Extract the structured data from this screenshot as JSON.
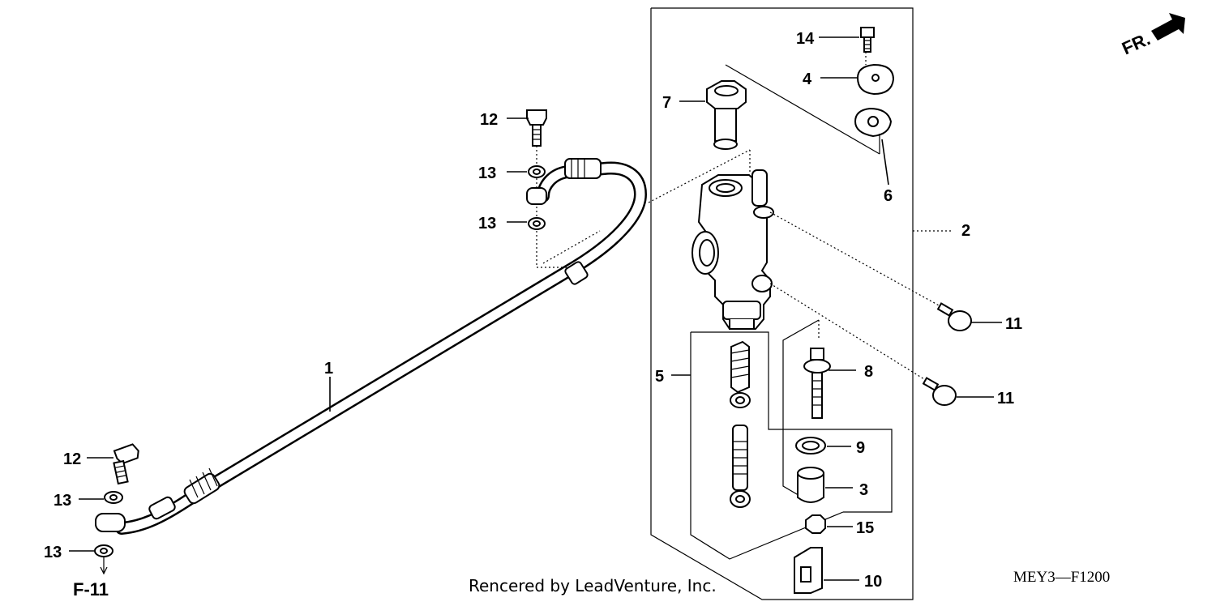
{
  "diagram": {
    "labels": {
      "p1": "1",
      "p2": "2",
      "p3": "3",
      "p4": "4",
      "p5": "5",
      "p6": "6",
      "p7": "7",
      "p8": "8",
      "p9": "9",
      "p10": "10",
      "p11a": "11",
      "p11b": "11",
      "p12a": "12",
      "p12b": "12",
      "p13a": "13",
      "p13b": "13",
      "p13c": "13",
      "p13d": "13",
      "p14": "14",
      "p15": "15"
    },
    "ref": "F-11",
    "front_marker": "FR.",
    "figure_code": "MEY3—F1200",
    "credit": "Rencered by LeadVenture, Inc."
  }
}
